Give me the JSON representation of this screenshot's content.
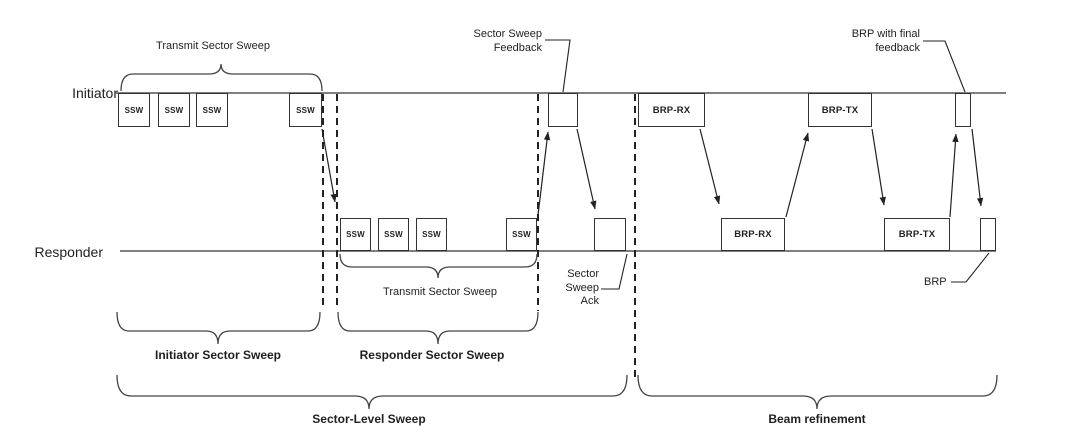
{
  "diagram": {
    "lanes": {
      "initiator": "Initiator",
      "responder": "Responder"
    },
    "box_labels": {
      "ssw": "SSW",
      "brp_rx": "BRP-RX",
      "brp_tx": "BRP-TX"
    },
    "annotations": {
      "initiator_transmit_sweep": "Transmit Sector Sweep",
      "responder_transmit_sweep": "Transmit Sector Sweep",
      "feedback_line1": "Sector Sweep",
      "feedback_line2": "Feedback",
      "ack_line1": "Sector",
      "ack_line2": "Sweep",
      "ack_line3": "Ack",
      "brp_final_line1": "BRP with final",
      "brp_final_line2": "feedback",
      "brp": "BRP"
    },
    "phases": {
      "initiator_sector_sweep": "Initiator Sector Sweep",
      "responder_sector_sweep": "Responder Sector Sweep",
      "sector_level_sweep": "Sector-Level Sweep",
      "beam_refinement": "Beam refinement"
    },
    "colors": {
      "stroke": "#333333",
      "text": "#1f1f1f",
      "background": "#ffffff"
    }
  }
}
